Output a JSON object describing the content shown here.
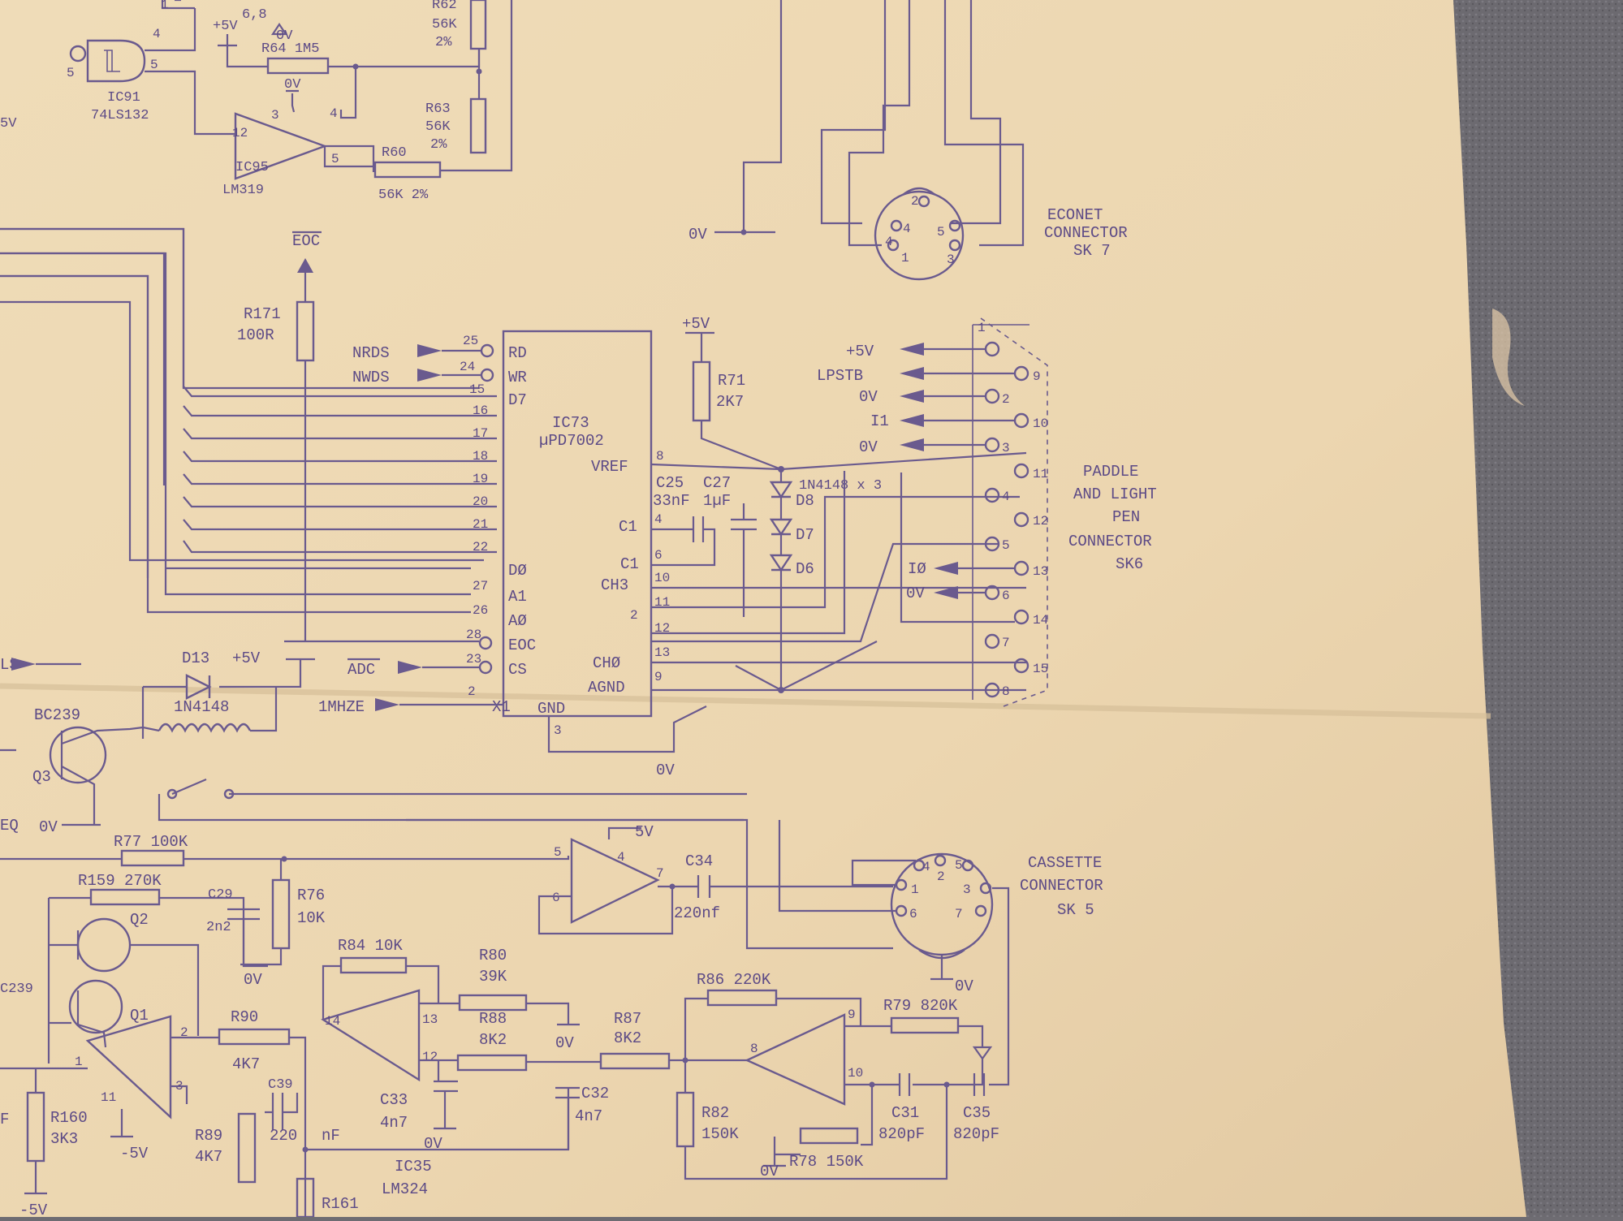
{
  "colors": {
    "paper": "#ecd8b4",
    "ink": "#6a5a8e",
    "carpet": "#6e6c72"
  },
  "top_section": {
    "ic91": {
      "ref": "IC91",
      "part": "74LS132",
      "pin_a": "4",
      "pin_b": "5",
      "pin_c": "5"
    },
    "ic95": {
      "ref": "IC95",
      "part": "LM319",
      "pin_in_neg": "3",
      "pin_in_pos": "4",
      "pin_out": "5",
      "pin_left": "12"
    },
    "r62": {
      "ref": "R62",
      "value": "56K",
      "tol": "2%"
    },
    "r63": {
      "ref": "R63",
      "value": "56K",
      "tol": "2%"
    },
    "r64": {
      "ref": "R64",
      "value": "1M5"
    },
    "r60": {
      "ref": "R60",
      "value": "56K 2%"
    },
    "supply_5v": "+5V",
    "zener": "6,8",
    "gnd": "0V",
    "left_5v": "5V"
  },
  "econet": {
    "title": [
      "ECONET",
      "CONNECTOR",
      "SK 7"
    ],
    "pins": [
      "2",
      "4",
      "5",
      "4",
      "1",
      "3"
    ],
    "gnd": "0V"
  },
  "adc": {
    "ref": "IC73",
    "part": "µPD7002",
    "eoc_signal": "EOC",
    "r171": {
      "ref": "R171",
      "value": "100R"
    },
    "r71": {
      "ref": "R71",
      "value": "2K7",
      "supply": "+5V"
    },
    "c25": {
      "ref": "C25",
      "value": "33nF"
    },
    "c27": {
      "ref": "C27",
      "value": "1µF"
    },
    "diodes": {
      "note": "1N4148 x 3",
      "d8": "D8",
      "d7": "D7",
      "d6": "D6"
    },
    "inputs": [
      {
        "name": "NRDS",
        "pin": "25",
        "func": "RD"
      },
      {
        "name": "NWDS",
        "pin": "24",
        "func": "WR"
      }
    ],
    "data_pins": [
      {
        "pin": "15",
        "func": "D7"
      },
      {
        "pin": "16",
        "func": ""
      },
      {
        "pin": "17",
        "func": ""
      },
      {
        "pin": "18",
        "func": ""
      },
      {
        "pin": "19",
        "func": ""
      },
      {
        "pin": "20",
        "func": ""
      },
      {
        "pin": "21",
        "func": ""
      },
      {
        "pin": "22",
        "func": "DØ"
      },
      {
        "pin": "27",
        "func": "A1"
      },
      {
        "pin": "26",
        "func": "AØ"
      },
      {
        "pin": "28",
        "func": "EOC"
      },
      {
        "pin": "23",
        "func": "CS"
      },
      {
        "pin": "2",
        "func": "X1"
      }
    ],
    "adc_signal": "ADC",
    "clock_signal": "1MHZE",
    "gnd_pin": "GND",
    "gnd_pin_num": "3",
    "gnd_label": "0V",
    "right_pins": [
      {
        "pin": "8",
        "func": "VREF"
      },
      {
        "pin": "4",
        "func": "C1"
      },
      {
        "pin": "6",
        "func": "C1"
      },
      {
        "pin": "10",
        "func": "CH3"
      },
      {
        "pin": "11",
        "func": ""
      },
      {
        "pin": "2",
        "func": ""
      },
      {
        "pin": "12",
        "func": ""
      },
      {
        "pin": "13",
        "func": "CHØ"
      },
      {
        "pin": "9",
        "func": "AGND"
      }
    ]
  },
  "paddle": {
    "title": [
      "PADDLE",
      "AND LIGHT",
      "PEN",
      "CONNECTOR",
      "SK6"
    ],
    "signals": [
      "+5V",
      "LPSTB",
      "0V",
      "I1",
      "0V",
      "IØ",
      "0V"
    ],
    "pins_left": [
      "1",
      "2",
      "3",
      "4",
      "5",
      "6",
      "7",
      "8"
    ],
    "pins_right": [
      "9",
      "10",
      "11",
      "12",
      "13",
      "14",
      "15"
    ]
  },
  "relay": {
    "ref": "D13",
    "supply": "+5V",
    "diode": "1N4148",
    "transistor": "BC239",
    "q": "Q3",
    "gnd": "0V",
    "left_tag": "LS",
    "left_tag2": "EQ"
  },
  "cassette": {
    "title": [
      "CASSETTE",
      "CONNECTOR",
      "SK 5"
    ],
    "pins": [
      "4",
      "2",
      "5",
      "1",
      "3",
      "6",
      "7"
    ],
    "gnd": "0V"
  },
  "bottom": {
    "r77": "R77 100K",
    "r159": "R159 270K",
    "c29": "C29",
    "c29_val": "2n2",
    "r76": {
      "ref": "R76",
      "value": "10K"
    },
    "q1": "Q1",
    "q2": "Q2",
    "c239": "C239",
    "op_supply": "5V",
    "op_pins": [
      "5",
      "4",
      "7",
      "6"
    ],
    "c34": {
      "ref": "C34",
      "value": "220nf"
    },
    "r84": "R84 10K",
    "r80": {
      "ref": "R80",
      "value": "39K"
    },
    "r88": {
      "ref": "R88",
      "value": "8K2"
    },
    "r87": {
      "ref": "R87",
      "value": "8K2"
    },
    "r86": "R86 220K",
    "r79": "R79 820K",
    "r90": {
      "ref": "R90",
      "value": "4K7"
    },
    "r82": {
      "ref": "R82",
      "value": "150K"
    },
    "r78": "R78 150K",
    "r89": {
      "ref": "R89",
      "value": "4K7"
    },
    "r160": {
      "ref": "R160",
      "value": "3K3"
    },
    "r161": "R161",
    "c33": {
      "ref": "C33",
      "value": "4n7"
    },
    "c32": {
      "ref": "C32",
      "value": "4n7"
    },
    "c31": {
      "ref": "C31",
      "value": "820pF"
    },
    "c35": {
      "ref": "C35",
      "value": "820pF"
    },
    "c39": {
      "ref": "C39",
      "value": "220",
      "unit": "nF"
    },
    "ic35": {
      "ref": "IC35",
      "part": "LM324"
    },
    "pins": [
      "14",
      "13",
      "12",
      "9",
      "8",
      "10",
      "2",
      "1",
      "3",
      "11"
    ],
    "gnd": "0V",
    "neg5": "-5V",
    "left_f": "F"
  }
}
